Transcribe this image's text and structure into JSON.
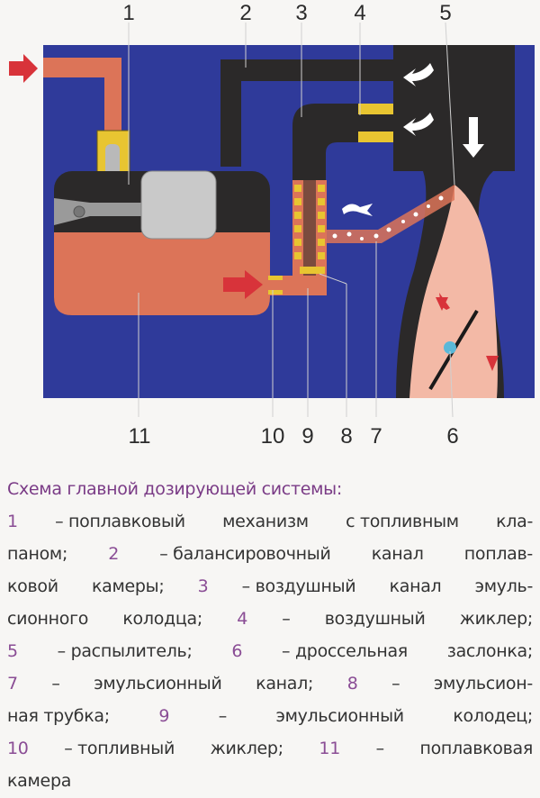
{
  "labels_top": [
    "1",
    "2",
    "3",
    "4",
    "5"
  ],
  "labels_bottom": [
    "11",
    "10",
    "9",
    "8",
    "7",
    "6"
  ],
  "colors": {
    "background_panel": "#2f3a9a",
    "body_dark": "#2b2929",
    "fuel": "#dc7458",
    "mixture": "#f3b9a6",
    "jet": "#e8c531",
    "arrow_red": "#d8333a",
    "caption_accent": "#7a3b86"
  },
  "caption": {
    "title": "Схема главной дозирующей системы:",
    "lines": [
      [
        {
          "n": "1"
        },
        {
          "t": "– поплавковый"
        },
        {
          "t": "механизм"
        },
        {
          "t": "с топливным"
        },
        {
          "t": "кла-"
        }
      ],
      [
        {
          "t": "паном;"
        },
        {
          "n": "2"
        },
        {
          "t": "– балансировочный"
        },
        {
          "t": "канал"
        },
        {
          "t": "поплав-"
        }
      ],
      [
        {
          "t": "ковой"
        },
        {
          "t": "камеры;"
        },
        {
          "n": "3"
        },
        {
          "t": "– воздушный"
        },
        {
          "t": "канал"
        },
        {
          "t": "эмуль-"
        }
      ],
      [
        {
          "t": "сионного"
        },
        {
          "t": "колодца;"
        },
        {
          "n": "4"
        },
        {
          "t": "–"
        },
        {
          "t": "воздушный"
        },
        {
          "t": "жиклер;"
        }
      ],
      [
        {
          "n": "5"
        },
        {
          "t": "– распылитель;"
        },
        {
          "n": "6"
        },
        {
          "t": "– дроссельная"
        },
        {
          "t": "заслонка;"
        }
      ],
      [
        {
          "n": "7"
        },
        {
          "t": "–"
        },
        {
          "t": "эмульсионный"
        },
        {
          "t": "канал;"
        },
        {
          "n": "8"
        },
        {
          "t": "–"
        },
        {
          "t": "эмульсион-"
        }
      ],
      [
        {
          "t": "ная трубка;"
        },
        {
          "n": "9"
        },
        {
          "t": "–"
        },
        {
          "t": "эмульсионный"
        },
        {
          "t": "колодец;"
        }
      ],
      [
        {
          "n": "10"
        },
        {
          "t": "– топливный"
        },
        {
          "t": "жиклер;"
        },
        {
          "n": "11"
        },
        {
          "t": "–"
        },
        {
          "t": "поплавковая"
        }
      ],
      [
        {
          "t": "камера"
        }
      ]
    ]
  }
}
